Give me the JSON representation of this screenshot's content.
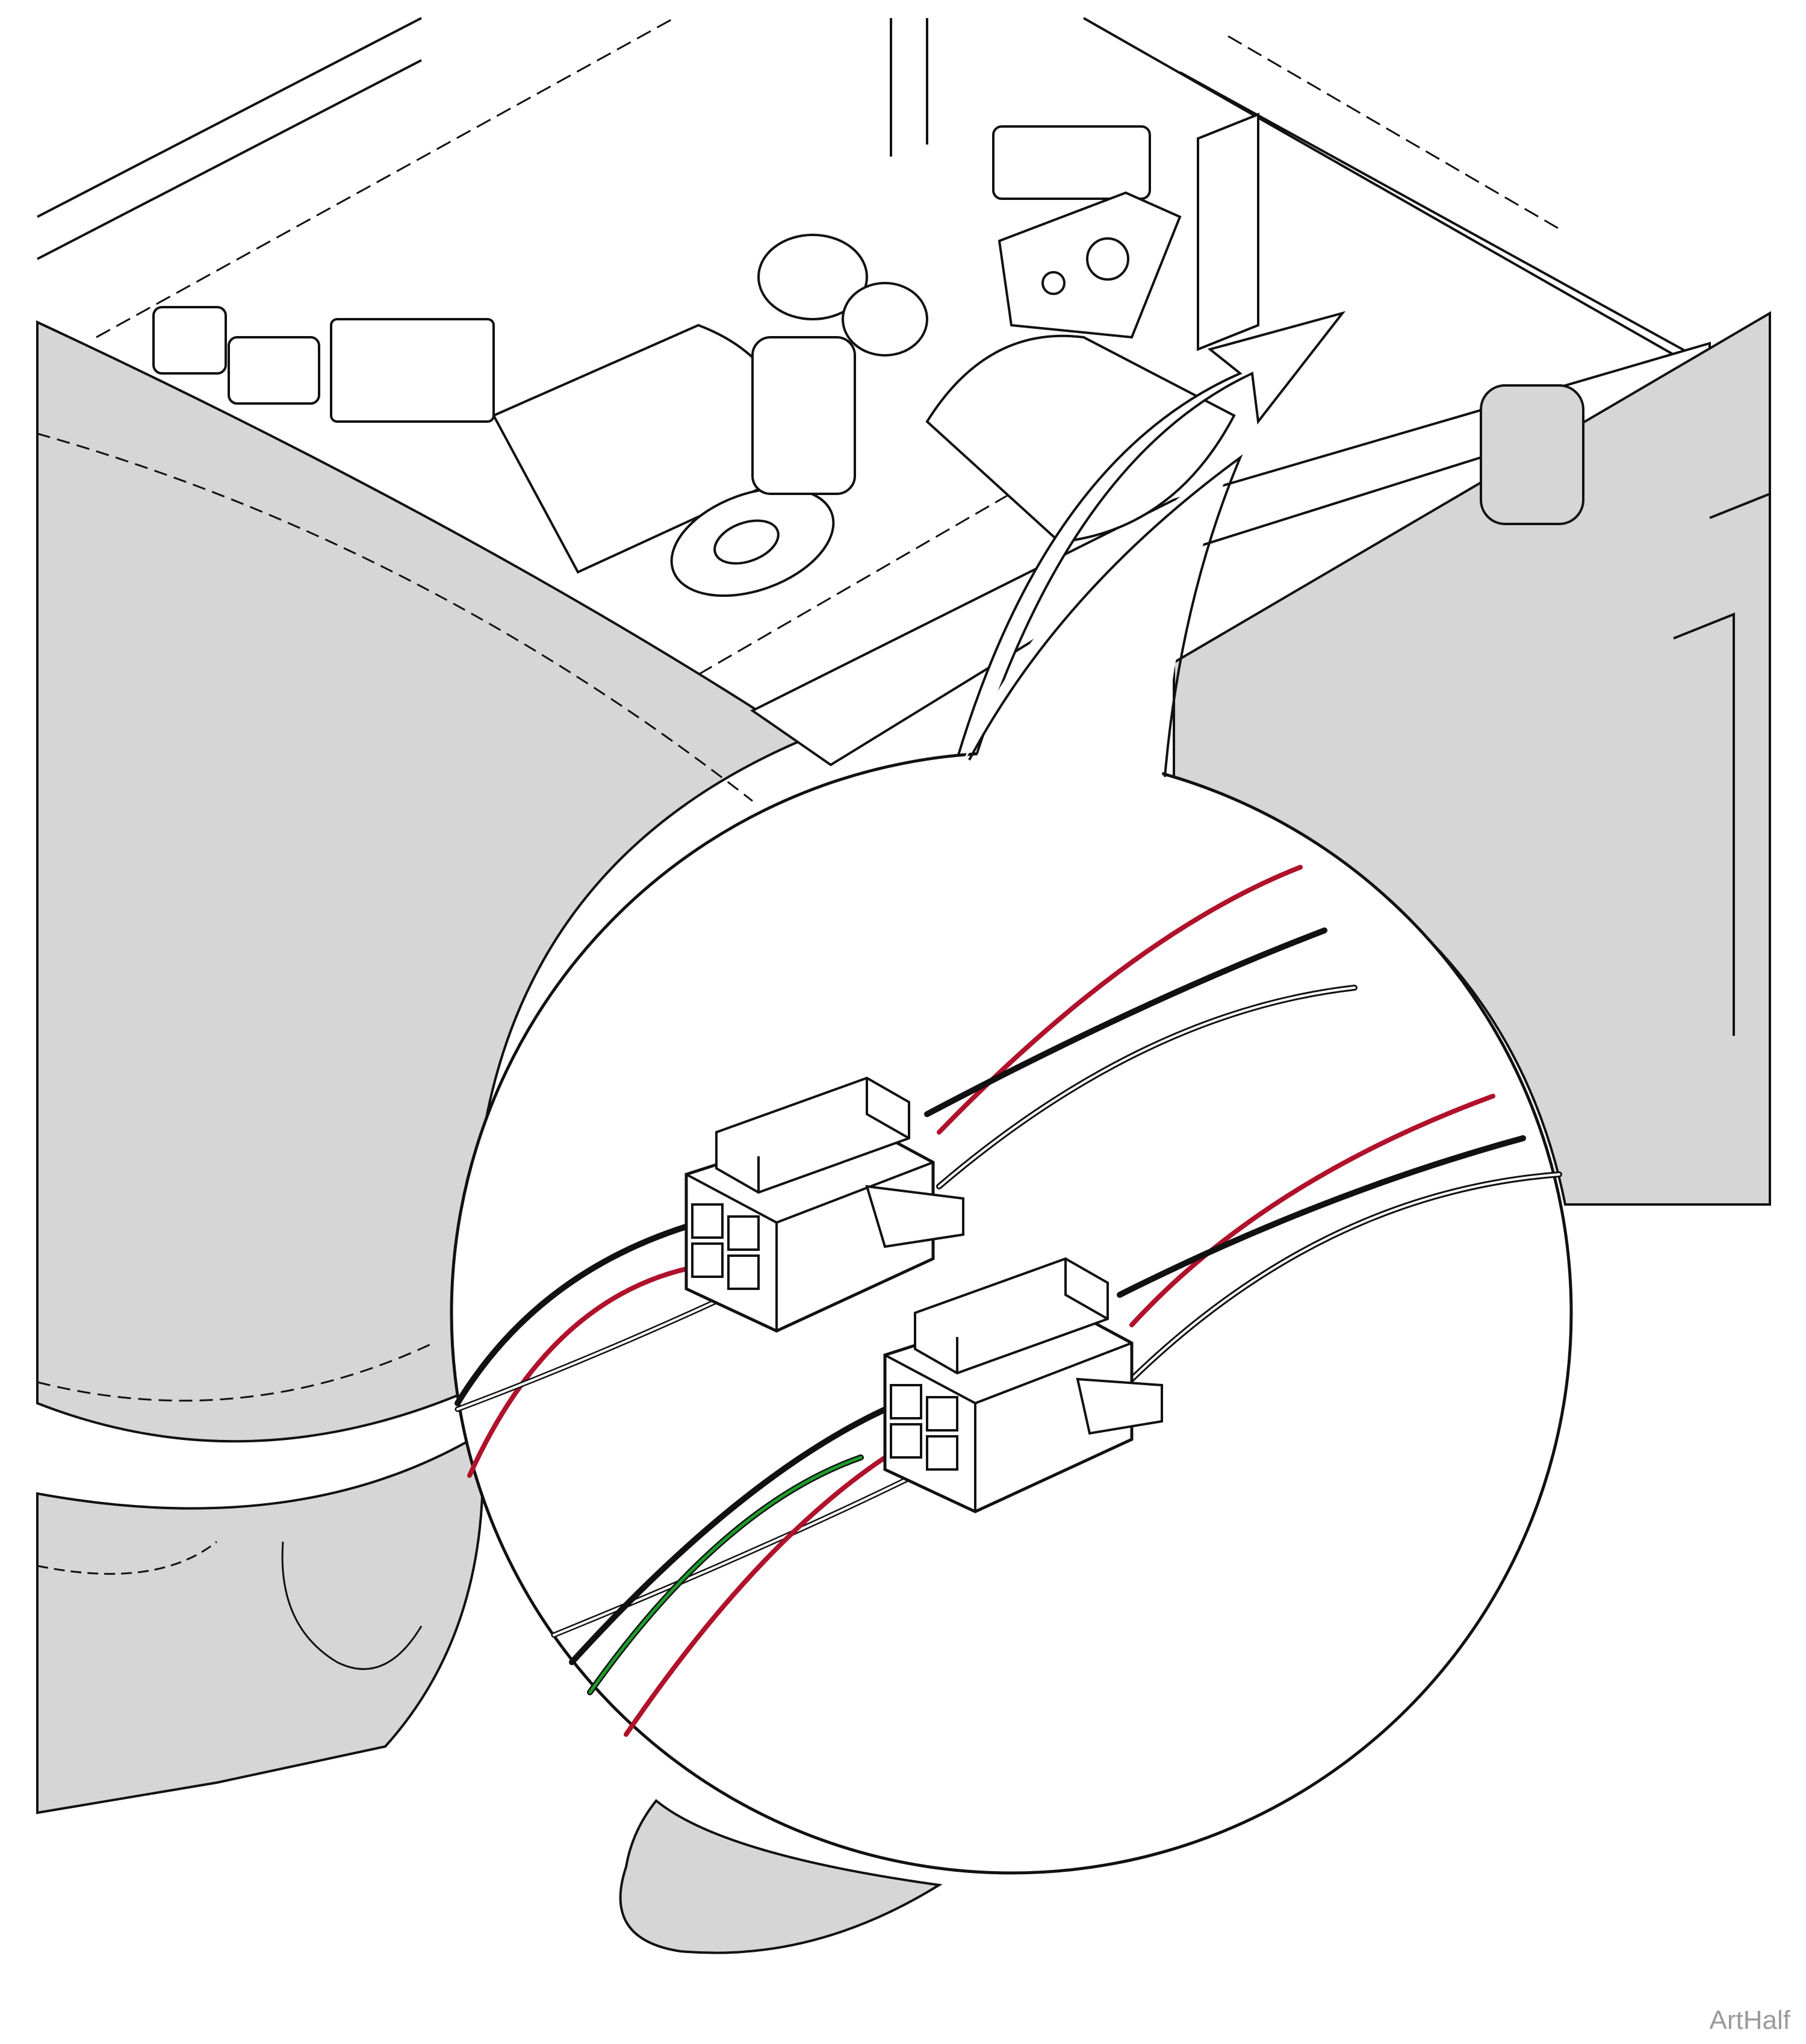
{
  "figure": {
    "watermark": "ArtHalf"
  },
  "colors": {
    "wire_black": "#111111",
    "wire_red": "#b0112b",
    "wire_green": "#1c9e2a",
    "wire_white": "#ffffff",
    "shaded_body": "#d6d6d6",
    "line": "#111111"
  },
  "callout": {
    "connectors": [
      {
        "name": "connector-upper",
        "pins": 4,
        "wires": [
          "black",
          "red",
          "white"
        ]
      },
      {
        "name": "connector-lower",
        "pins": 4,
        "wires": [
          "black",
          "red",
          "green",
          "white"
        ]
      }
    ]
  }
}
